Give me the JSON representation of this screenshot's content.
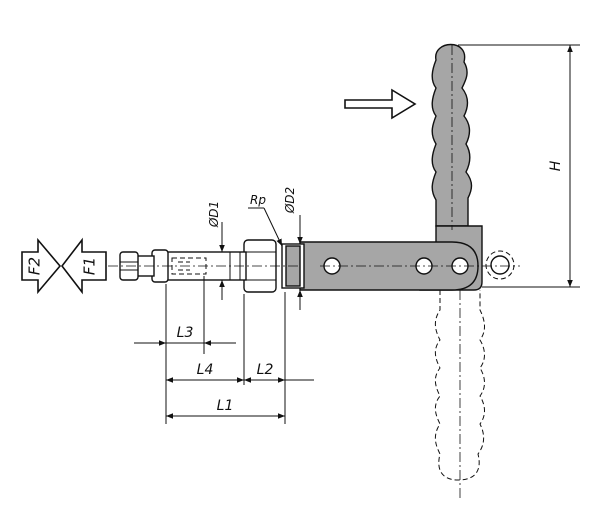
{
  "labels": {
    "f1": "F1",
    "f2": "F2",
    "d1": "ØD1",
    "d2": "ØD2",
    "rp": "Rp",
    "h": "H",
    "l1": "L1",
    "l2": "L2",
    "l3": "L3",
    "l4": "L4"
  }
}
